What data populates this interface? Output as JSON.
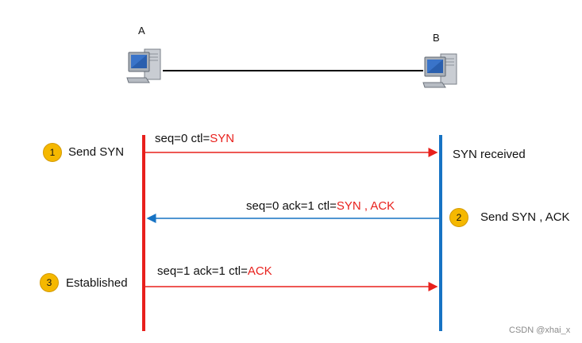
{
  "hosts": {
    "a": "A",
    "b": "B"
  },
  "steps": [
    {
      "number": "1",
      "label": "Send SYN",
      "message": {
        "fields": "seq=0   ctl=",
        "flags": "SYN"
      }
    },
    {
      "number": "2",
      "label": "Send SYN , ACK",
      "message": {
        "fields": "seq=0   ack=1   ctl=",
        "flags": "SYN  ,  ACK"
      }
    },
    {
      "number": "3",
      "label": "Established",
      "message": {
        "fields": "seq=1   ack=1   ctl=",
        "flags": "ACK"
      }
    }
  ],
  "status_b": "SYN received",
  "watermark": "CSDN @xhai_x",
  "colors": {
    "host_a_line": "#e8201c",
    "host_b_line": "#1773c4",
    "badge": "#f5b800",
    "flag_text": "#e8201c"
  },
  "icons": {
    "host_a": "computer-icon",
    "host_b": "computer-icon"
  }
}
